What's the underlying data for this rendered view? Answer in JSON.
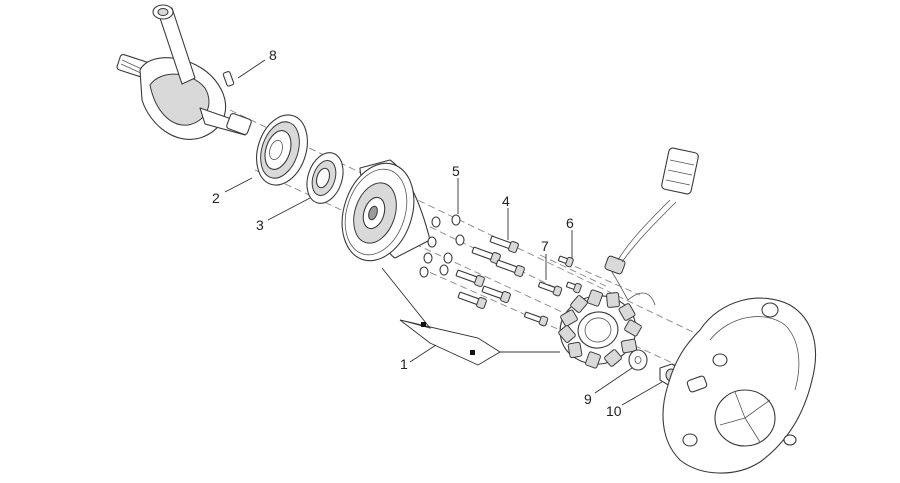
{
  "callouts": [
    {
      "id": "1",
      "label": "1"
    },
    {
      "id": "2",
      "label": "2"
    },
    {
      "id": "3",
      "label": "3"
    },
    {
      "id": "4",
      "label": "4"
    },
    {
      "id": "5",
      "label": "5"
    },
    {
      "id": "6",
      "label": "6"
    },
    {
      "id": "7",
      "label": "7"
    },
    {
      "id": "8",
      "label": "8"
    },
    {
      "id": "9",
      "label": "9"
    },
    {
      "id": "10",
      "label": "10"
    }
  ],
  "parts": {
    "crankshaft": "crankshaft-assembly",
    "key": "woodruff-key",
    "hub": "flywheel-hub",
    "one_way_clutch": "one-way-clutch",
    "rotor": "flywheel-rotor",
    "stator": "stator-coil",
    "connector": "wiring-connector",
    "cover": "generator-cover",
    "washer": "washer",
    "nut": "flywheel-nut"
  }
}
